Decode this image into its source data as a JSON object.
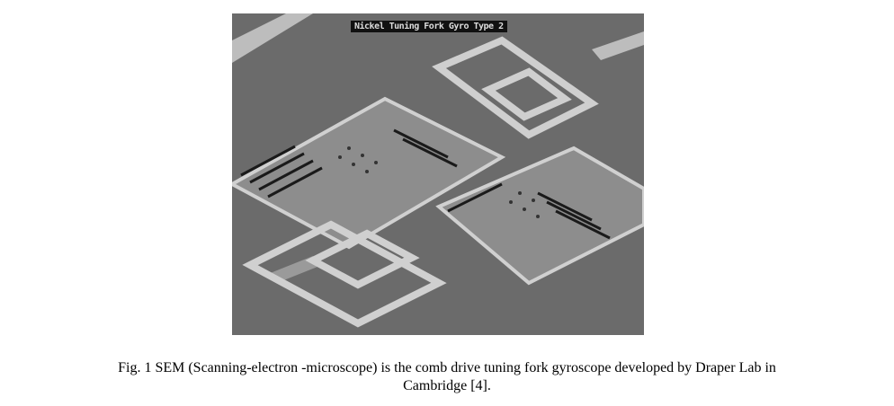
{
  "figure": {
    "image_label": "Nickel Tuning Fork Gyro Type 2",
    "caption_line1": "Fig. 1 SEM (Scanning-electron -microscope) is the comb drive tuning fork gyroscope developed by Draper Lab in",
    "caption_line2": "Cambridge [4]."
  }
}
